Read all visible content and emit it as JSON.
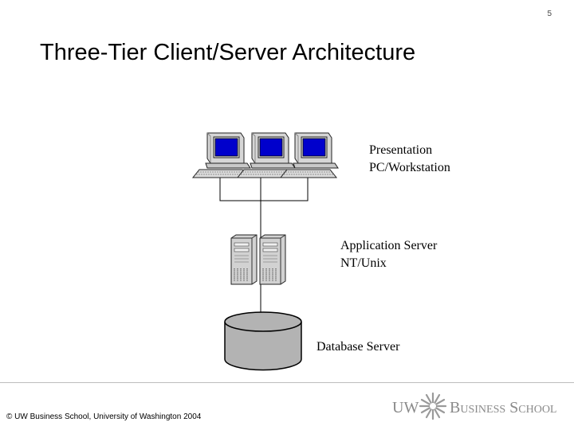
{
  "page_number": "5",
  "title": "Three-Tier Client/Server Architecture",
  "tiers": {
    "presentation": {
      "line1": "Presentation",
      "line2": "PC/Workstation"
    },
    "application": {
      "line1": "Application Server",
      "line2": "NT/Unix"
    },
    "database": {
      "line1": "Database Server"
    }
  },
  "icons": {
    "workstations": "desktop-computer-icon",
    "servers": "tower-server-icon",
    "database": "database-cylinder-icon"
  },
  "footer": {
    "copyright": "© UW Business School, University of Washington 2004",
    "logo": {
      "uw": "UW",
      "b": "B",
      "usiness": "USINESS",
      "s": "S",
      "chool": "CHOOL"
    }
  },
  "colors": {
    "screen": "#0000cc",
    "equipment": "#d4d4d4",
    "database_fill": "#b3b3b3",
    "logo": "#8a8a8a"
  }
}
